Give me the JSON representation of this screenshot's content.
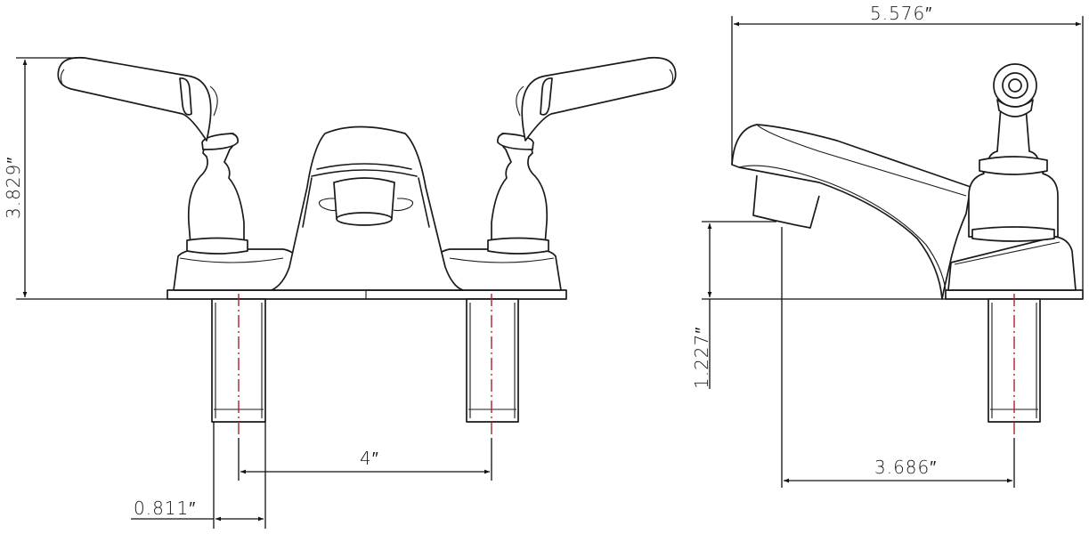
{
  "diagram": {
    "type": "technical-dimension-drawing",
    "subject": "two-handle bathroom faucet",
    "colors": {
      "line": "#1a1a1a",
      "centerline": "#b0202a",
      "background": "#ffffff"
    },
    "front_view": {
      "dimensions": {
        "overall_height": "3.829″",
        "center_spread": "4″",
        "shank_diameter": "0.811″"
      }
    },
    "side_view": {
      "dimensions": {
        "overall_depth": "5.576″",
        "spout_clearance": "1.227″",
        "spout_reach": "3.686″"
      }
    }
  }
}
